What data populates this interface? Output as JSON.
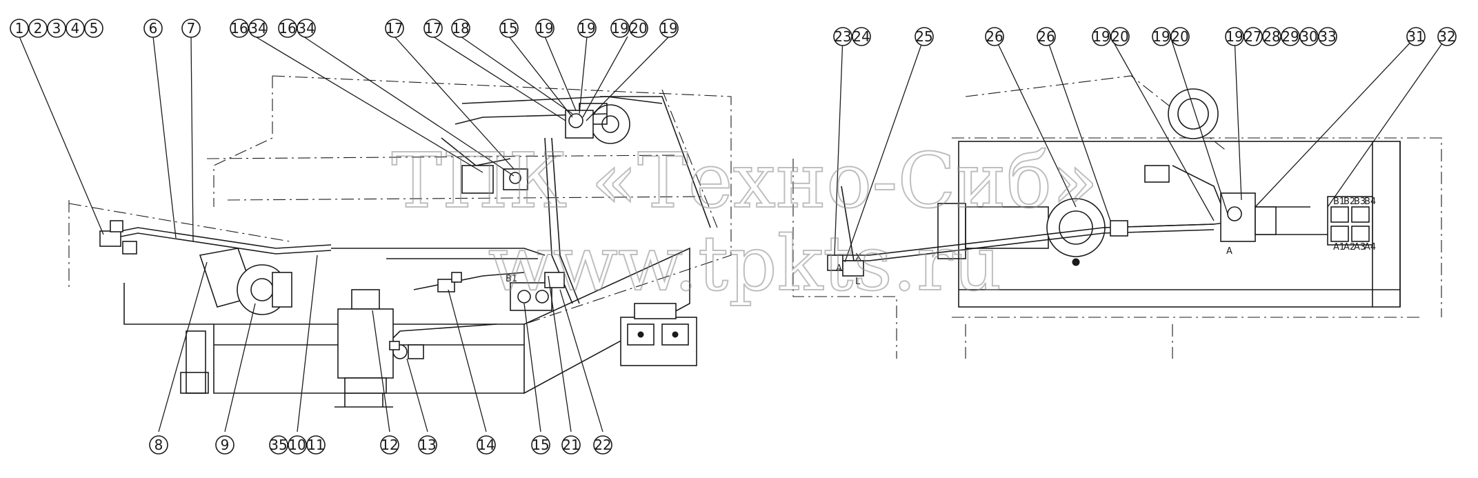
{
  "watermark": {
    "line1": "ТПК «Техно-Сиб»",
    "line2": "www.tpkts.ru"
  },
  "callouts": {
    "top_left": [
      "1",
      "2",
      "3",
      "4",
      "5",
      "6",
      "7",
      "16",
      "34",
      "16",
      "34",
      "17",
      "17",
      "18",
      "15",
      "19",
      "19",
      "19",
      "20",
      "19"
    ],
    "bottom_left": [
      "8",
      "9",
      "35",
      "10",
      "11",
      "12",
      "13",
      "14",
      "15",
      "21",
      "22"
    ],
    "top_right": [
      "23",
      "24",
      "25",
      "26",
      "26",
      "19",
      "20",
      "19",
      "20",
      "19",
      "27",
      "28",
      "29",
      "30",
      "33",
      "31",
      "32"
    ]
  },
  "port_labels": {
    "b1": "B1",
    "a": "A",
    "a_right": "A",
    "x": "X",
    "l": "L",
    "a1": "A1",
    "a2": "A2",
    "a3": "A3",
    "a4": "A4",
    "b1r": "B1",
    "b2": "B2",
    "b3": "B3",
    "b4": "B4"
  },
  "colors": {
    "line": "#1a1a1a",
    "watermark": "#8a8a8a",
    "background": "#ffffff"
  }
}
